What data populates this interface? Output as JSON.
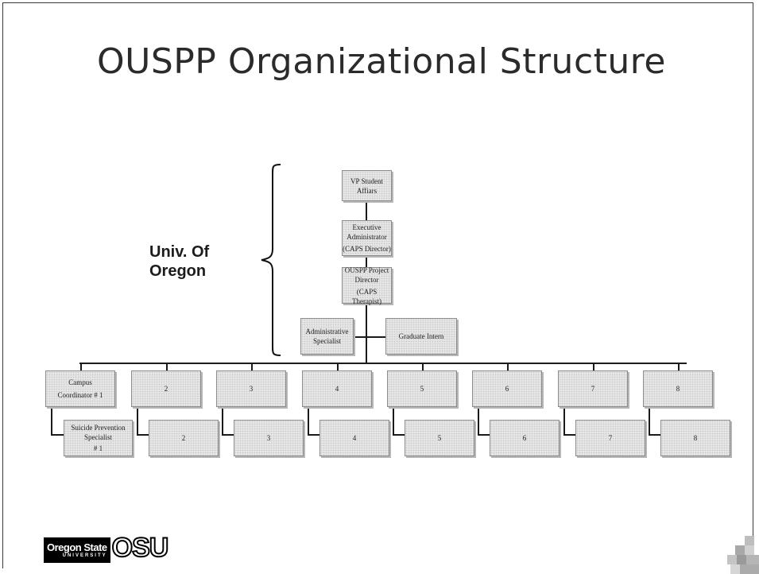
{
  "title": "OUSPP Organizational Structure",
  "group_label": {
    "line1": "Univ. Of",
    "line2": "Oregon"
  },
  "boxes": {
    "vp": "VP Student Affiars",
    "exec": [
      "Executive",
      "Administrator",
      "(CAPS Director)"
    ],
    "director": [
      "OUSPP Project",
      "Director",
      "(CAPS Therapist)"
    ],
    "admin": [
      "Administrative",
      "Specialist"
    ],
    "intern": "Graduate Intern"
  },
  "coordinator_1": [
    "Campus",
    "Coordinator # 1"
  ],
  "specialist_1": [
    "Suicide Prevention",
    "Specialist",
    "# 1"
  ],
  "coordinators": [
    "2",
    "3",
    "4",
    "5",
    "6",
    "7",
    "8"
  ],
  "specialists": [
    "2",
    "3",
    "4",
    "5",
    "6",
    "7",
    "8"
  ],
  "logo": {
    "wordmark": "Oregon State",
    "sub": "UNIVERSITY",
    "letters": "OSU"
  }
}
